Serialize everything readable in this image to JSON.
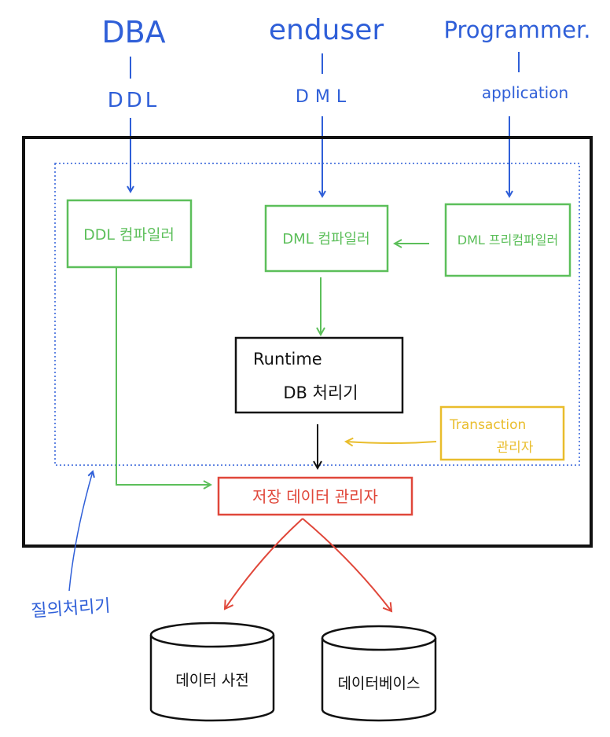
{
  "actors": [
    {
      "name": "DBA",
      "language": "DDL"
    },
    {
      "name": "enduser",
      "language": "DML"
    },
    {
      "name": "Programmer.",
      "language": "application"
    }
  ],
  "components": {
    "ddl_compiler": "DDL 컴파일러",
    "dml_compiler": "DML 컴파일러",
    "dml_precompiler": "DML 프리컴파일러",
    "runtime_title": "Runtime",
    "runtime_subtitle": "DB 처리기",
    "transaction_title": "Transaction",
    "transaction_subtitle": "관리자",
    "storage_manager": "저장 데이터 관리자"
  },
  "query_processor_label": "질의처리기",
  "storage": {
    "data_dictionary": "데이터 사전",
    "database": "데이터베이스"
  },
  "colors": {
    "actor": "#2f5fd8",
    "compiler": "#5cbf5a",
    "runtime": "#111111",
    "transaction": "#e9bd2c",
    "storage_manager": "#e0473a",
    "query_processor_boundary": "#2f5fd8"
  }
}
